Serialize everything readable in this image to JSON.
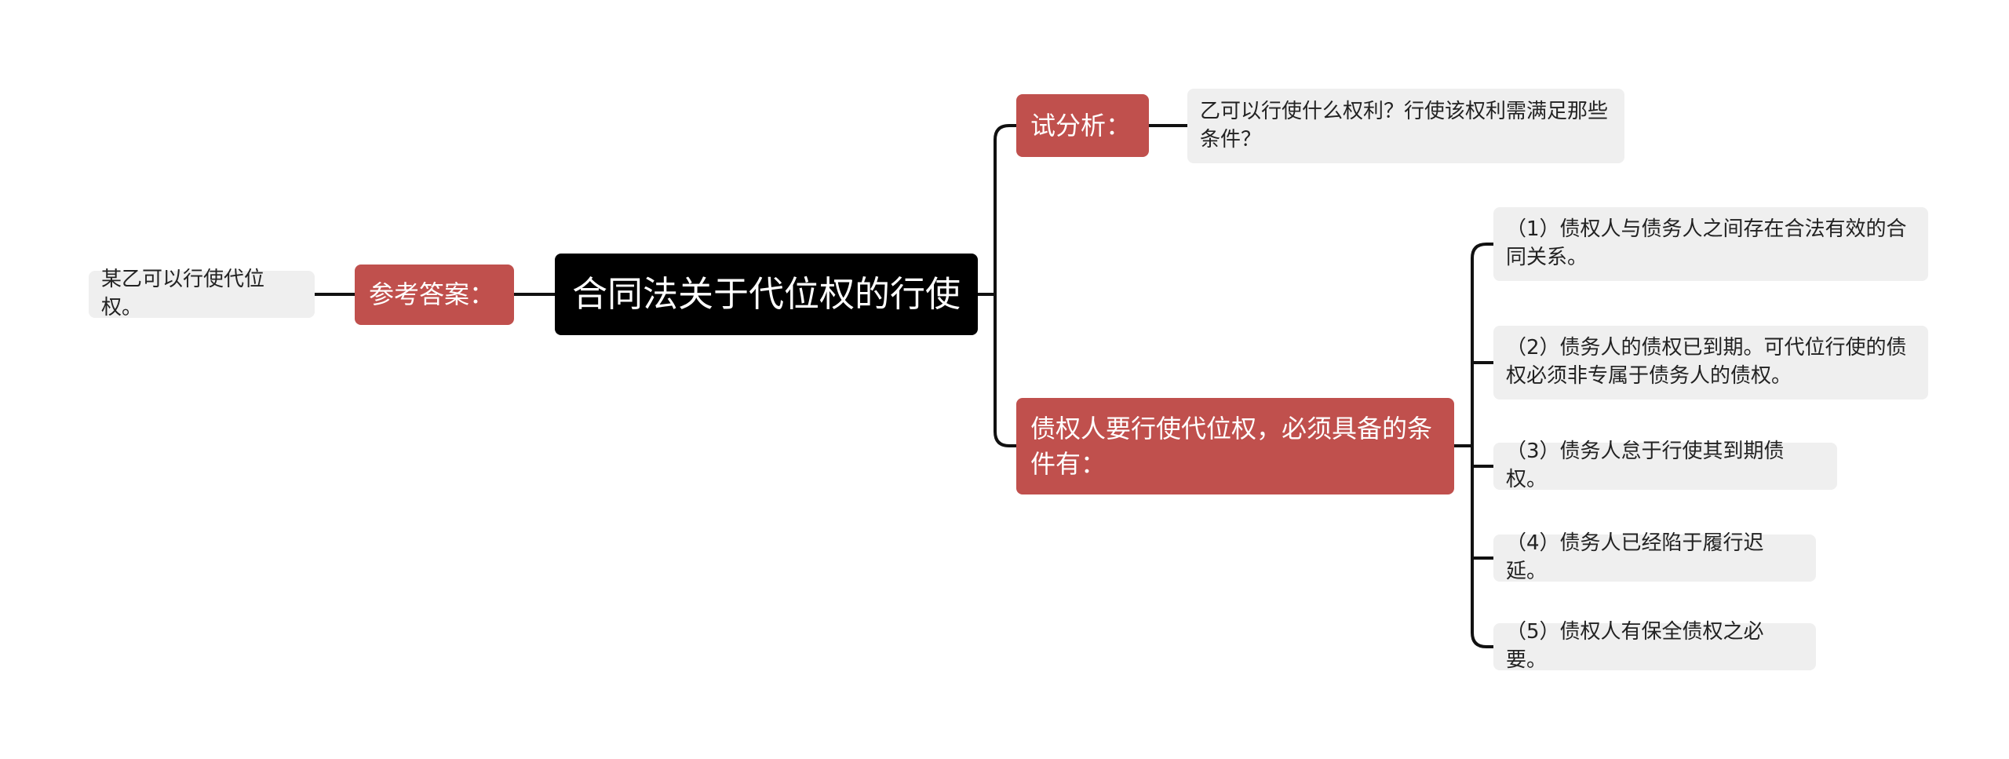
{
  "root": {
    "label": "合同法关于代位权的行使"
  },
  "left": {
    "topic": "参考答案：",
    "leaf": "某乙可以行使代位权。"
  },
  "right": {
    "analysis": {
      "topic": "试分析：",
      "leaf": "乙可以行使什么权利？行使该权利需满足那些条件？"
    },
    "conditions": {
      "topic": "债权人要行使代位权，必须具备的条件有：",
      "items": [
        "（1）债权人与债务人之间存在合法有效的合同关系。",
        "（2）债务人的债权已到期。可代位行使的债权必须非专属于债务人的债权。",
        "（3）债务人怠于行使其到期债权。",
        "（4）债务人已经陷于履行迟延。",
        "（5）债权人有保全债权之必要。"
      ]
    }
  },
  "colors": {
    "root_bg": "#000000",
    "topic_bg": "#c0504d",
    "leaf_bg": "#efefef",
    "line": "#111111"
  }
}
